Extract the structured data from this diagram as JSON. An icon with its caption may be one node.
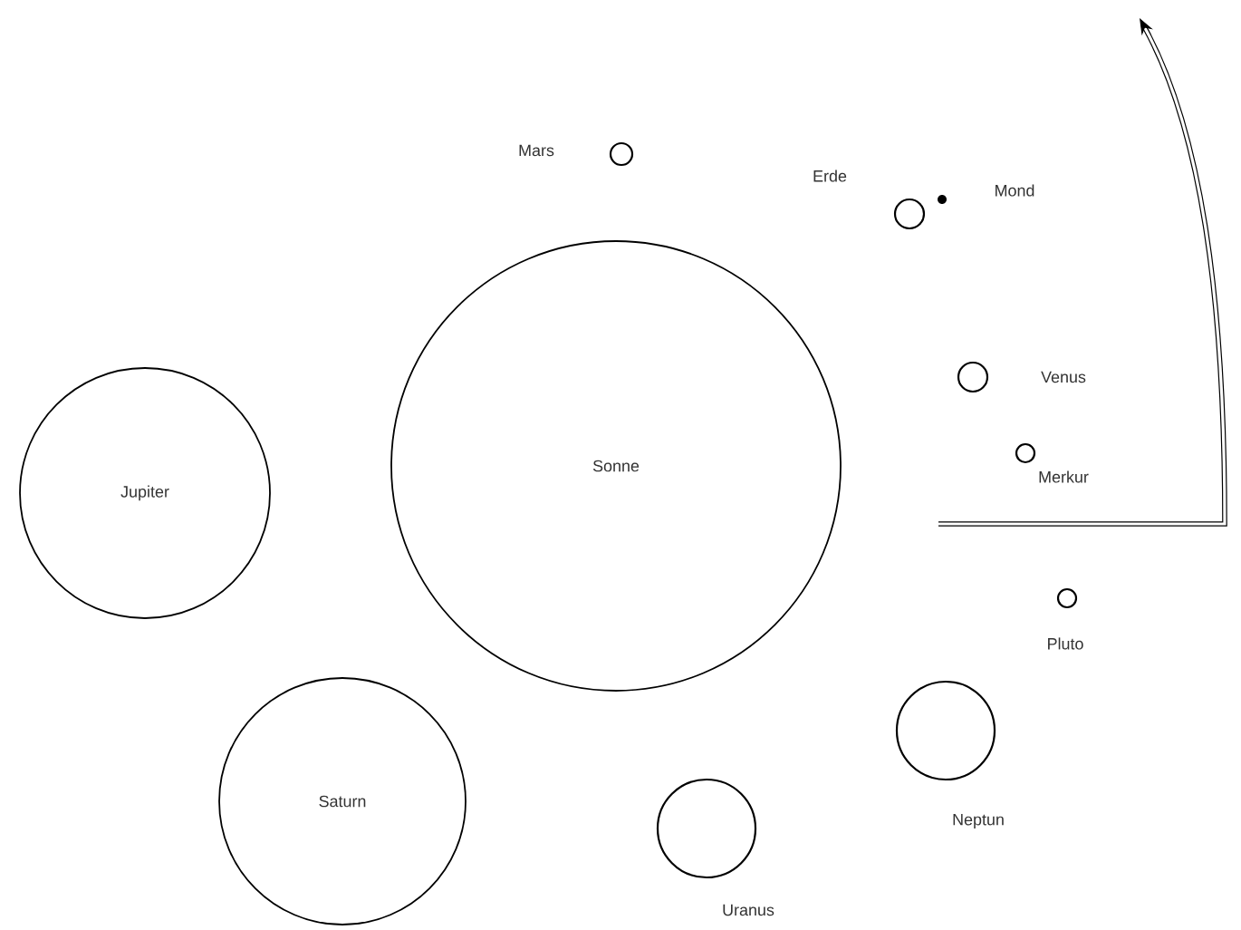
{
  "diagram": {
    "nodes": [
      {
        "text": [],
        "shape": "circle",
        "beside": [
          "Mars"
        ]
      },
      {
        "text": [],
        "shape": "circle",
        "beside": [
          "Erde"
        ]
      },
      {
        "text": [],
        "shape": "dot",
        "beside": [
          "Mond"
        ]
      },
      {
        "text": [],
        "shape": "circle",
        "beside": [
          "Venus"
        ]
      },
      {
        "text": [
          "Sonne"
        ]
      },
      {
        "text": [],
        "shape": "circle",
        "beside": [
          "Merkur"
        ]
      },
      {
        "text": [
          "Jupiter"
        ]
      },
      {
        "text": [],
        "shape": "circle",
        "beside": [
          "Pluto"
        ]
      },
      {
        "text": [],
        "shape": "circle",
        "beside": [
          "Neptun"
        ]
      },
      {
        "text": [
          "Saturn"
        ]
      },
      {
        "text": [],
        "shape": "circle",
        "beside": [
          "Uranus"
        ]
      }
    ]
  }
}
